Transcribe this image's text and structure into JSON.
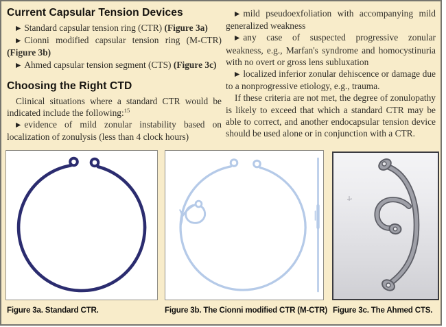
{
  "colors": {
    "page_background": "#f8ecca",
    "panel_border": "#76756e",
    "standard_ctr_ring": "#2b2c6f",
    "cionni_ctr_ring": "#b5cae8",
    "ahmed_cts_fill": "#9fa0a8",
    "ahmed_cts_edge": "#5d5e66",
    "ahmed_cts_hole": "#e9e9ec"
  },
  "icons": {
    "bullet": "▶"
  },
  "left_column": {
    "heading1": "Current Capsular Tension Devices",
    "device_list": [
      {
        "text": "Standard capsular tension ring (CTR) ",
        "figref": "(Figure 3a)"
      },
      {
        "text": "Cionni modified capsular tension ring (M-CTR) ",
        "figref": "(Figure 3b)"
      },
      {
        "text": "Ahmed capsular tension segment (CTS) ",
        "figref": "(Figure 3c)"
      }
    ],
    "heading2": "Choosing the Right CTD",
    "intro_text": "Clinical situations where a standard CTR would be indicated include the following:",
    "intro_reference": "15",
    "criteria_item": "evidence of mild zonular instability based on localization of zonulysis (less than 4 clock hours)"
  },
  "right_column": {
    "criteria": [
      "mild pseudoexfoliation with accompanying mild generalized weakness",
      "any case of suspected progressive zonular weakness, e.g., Marfan's syndrome and homocystinuria with no overt or gross lens subluxation",
      "localized inferior zonular dehiscence or damage due to a nonprogressive etiology, e.g., trauma."
    ],
    "closing_paragraph": "If these criteria are not met, the degree of zonulopathy is likely to exceed that which a standard CTR may be able to correct, and another endocapsular tension device should be used alone or in conjunction with a CTR."
  },
  "figures": {
    "fig3a_caption": "Figure 3a. Standard CTR.",
    "fig3b_caption": "Figure 3b. The Cionni modified CTR (M-CTR)",
    "fig3c_caption": "Figure 3c. The Ahmed CTS."
  }
}
